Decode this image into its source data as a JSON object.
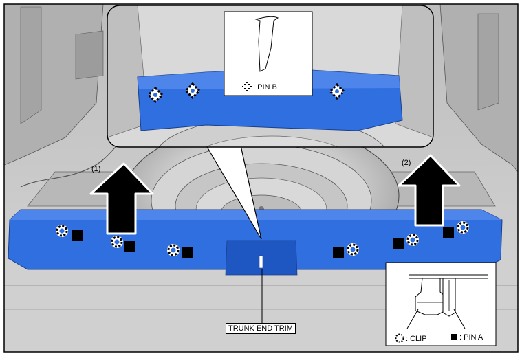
{
  "diagram": {
    "part_label": "TRUNK END TRIM",
    "step_1": "(1)",
    "step_2": "(2)",
    "legend_pin_b": ": PIN B",
    "legend_clip": ": CLIP",
    "legend_pin_a": ": PIN A",
    "icons": {
      "clip": "clip-icon",
      "pin_a": "pin-a-icon",
      "pin_b": "pin-b-icon",
      "arrow": "up-arrow-icon"
    },
    "colors": {
      "trim": "#2f6fe0",
      "trim_shadow": "#1f57c2",
      "cargo_gray": "#c8c8c8",
      "outline": "#000000"
    }
  }
}
